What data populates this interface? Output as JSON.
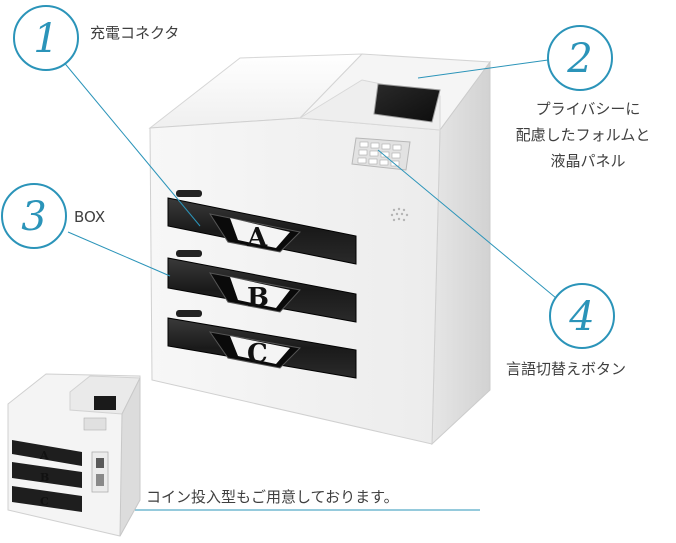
{
  "callouts": [
    {
      "number": "1",
      "lines": [
        "充電コネクタ"
      ]
    },
    {
      "number": "2",
      "lines": [
        "プライバシーに",
        "配慮したフォルムと",
        "液晶パネル"
      ]
    },
    {
      "number": "3",
      "lines": [
        "BOX"
      ]
    },
    {
      "number": "4",
      "lines": [
        "言語切替えボタン"
      ]
    }
  ],
  "drawers": [
    "A",
    "B",
    "C"
  ],
  "caption": "コイン投入型もご用意しております。",
  "colors": {
    "accent": "#2b94b9",
    "text": "#3f3f3f",
    "cabinet": "#f2f2f2",
    "drawer": "#1c1c1c"
  }
}
